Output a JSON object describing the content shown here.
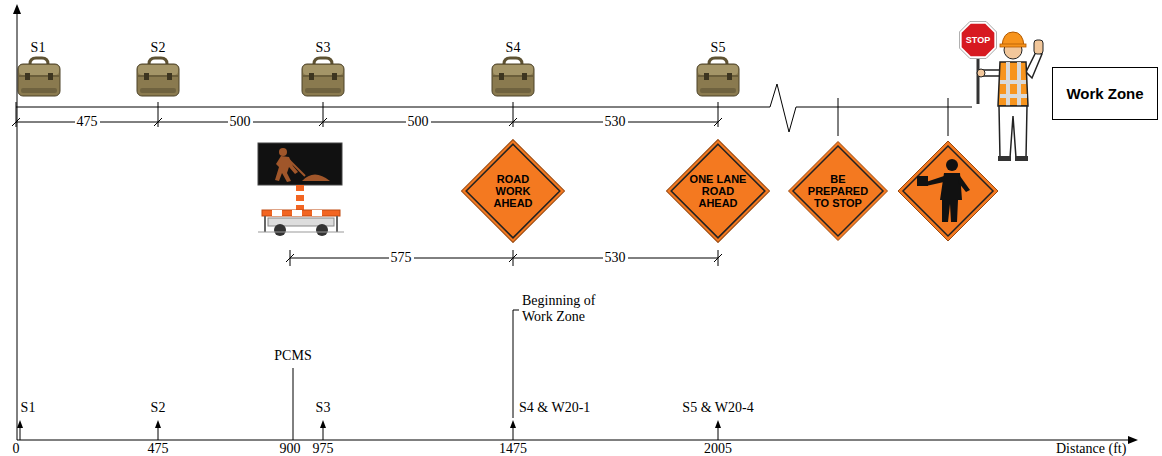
{
  "diagram": {
    "nodes": [
      {
        "text": [
          "ROAD WORK AHEAD"
        ]
      },
      {
        "text": [
          "ONE LANE ROAD AHEAD"
        ]
      },
      {
        "text": [
          "BE PREPARED TO STOP"
        ]
      },
      {
        "text": [
          "STOP"
        ]
      },
      {
        "text": [
          "Work Zone"
        ]
      }
    ],
    "labels": [
      "S1",
      "S2",
      "S3",
      "S4",
      "S5",
      "475",
      "500",
      "500",
      "530",
      "575",
      "530",
      "S1",
      "S2",
      "PCMS",
      "S3",
      "Beginning of Work Zone",
      "S4 & W20-1",
      "S5 & W20-4",
      "0",
      "475",
      "900",
      "975",
      "1475",
      "2005",
      "Distance (ft)"
    ]
  }
}
